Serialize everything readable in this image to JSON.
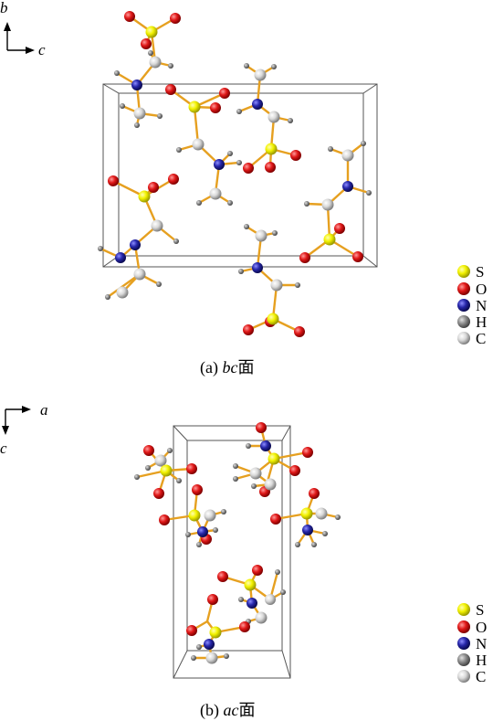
{
  "panel_a": {
    "axes": {
      "vertical": "b",
      "horizontal": "c"
    },
    "caption": {
      "prefix": "(a) ",
      "plane": "bc",
      "suffix": "面"
    }
  },
  "panel_b": {
    "axes": {
      "vertical": "c",
      "horizontal": "a"
    },
    "caption": {
      "prefix": "(b) ",
      "plane": "ac",
      "suffix": "面"
    }
  },
  "legend": [
    {
      "symbol": "S",
      "color": "#f2f200"
    },
    {
      "symbol": "O",
      "color": "#e01818"
    },
    {
      "symbol": "N",
      "color": "#2626a8"
    },
    {
      "symbol": "H",
      "color": "#8c8c8c"
    },
    {
      "symbol": "C",
      "color": "#d9d9d9"
    }
  ],
  "colors": {
    "bond": "#e6a020",
    "cell": "#555555"
  }
}
